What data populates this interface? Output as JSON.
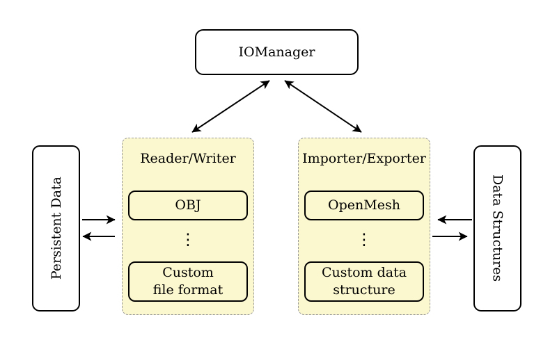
{
  "colors": {
    "background": "#FFFFFF",
    "container_fill": "#FBF7CF",
    "container_border": "#979797",
    "box_border": "#000000",
    "arrow": "#000000",
    "text": "#000000"
  },
  "diagram": {
    "iomanager": {
      "label": "IOManager"
    },
    "reader_writer": {
      "title": "Reader/Writer",
      "items": [
        {
          "lines": [
            "OBJ"
          ]
        },
        {
          "lines": [
            "Custom",
            "file format"
          ]
        }
      ],
      "ellipsis": "⋮"
    },
    "importer_exporter": {
      "title": "Importer/Exporter",
      "items": [
        {
          "lines": [
            "OpenMesh"
          ]
        },
        {
          "lines": [
            "Custom data",
            "structure"
          ]
        }
      ],
      "ellipsis": "⋮"
    },
    "persistent_data": {
      "label": "Persistent Data"
    },
    "data_structures": {
      "label": "Data Structures"
    },
    "connections": [
      {
        "from": "IOManager",
        "to": "Reader/Writer",
        "style": "bidirectional"
      },
      {
        "from": "IOManager",
        "to": "Importer/Exporter",
        "style": "bidirectional"
      },
      {
        "from": "Persistent Data",
        "to": "Reader/Writer",
        "style": "one-way"
      },
      {
        "from": "Reader/Writer",
        "to": "Persistent Data",
        "style": "one-way"
      },
      {
        "from": "Data Structures",
        "to": "Importer/Exporter",
        "style": "one-way"
      },
      {
        "from": "Importer/Exporter",
        "to": "Data Structures",
        "style": "one-way"
      }
    ]
  }
}
